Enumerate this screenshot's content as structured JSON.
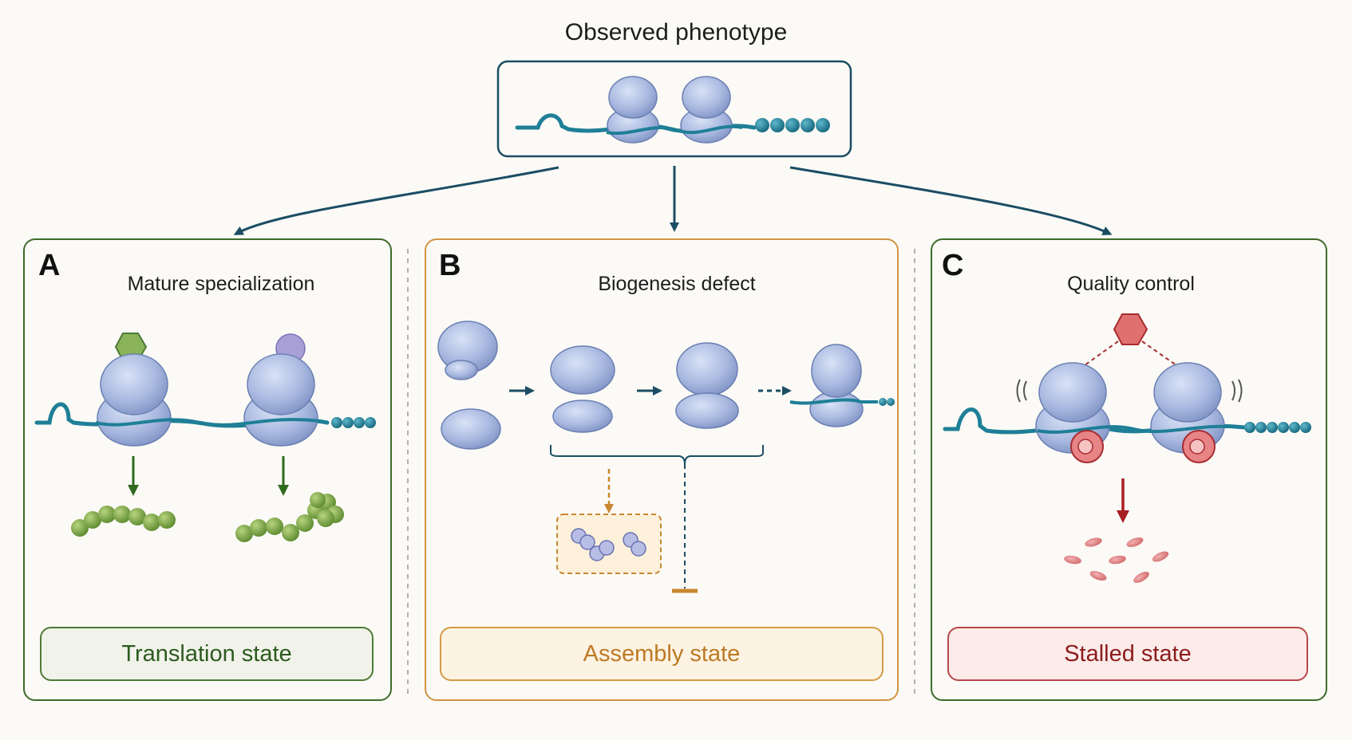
{
  "title": "Observed phenotype",
  "panels": [
    {
      "letter": "A",
      "title": "Mature specialization",
      "state": "Translation state",
      "color": "#4e7a35"
    },
    {
      "letter": "B",
      "title": "Biogenesis defect",
      "state": "Assembly state",
      "color": "#d59a45"
    },
    {
      "letter": "C",
      "title": "Quality control",
      "state": "Stalled state",
      "color": "#b8484a"
    }
  ],
  "colors": {
    "ribosome": "#a9b9e0",
    "mrna": "#1e7f97",
    "arrow": "#1b4d63",
    "peptide": "#8aaf4e",
    "hexagon_green": "#8ab35a",
    "sphere_purple": "#a79fd6",
    "stall_factor": "#e06a6a",
    "fragment": "#e4898b"
  },
  "icons": [
    "ribosome-icon",
    "mrna-strand",
    "peptide-chain-icon",
    "hexagon-modifier-icon",
    "sphere-modifier-icon",
    "inhibition-bar-icon",
    "degraded-fragments-icon"
  ]
}
